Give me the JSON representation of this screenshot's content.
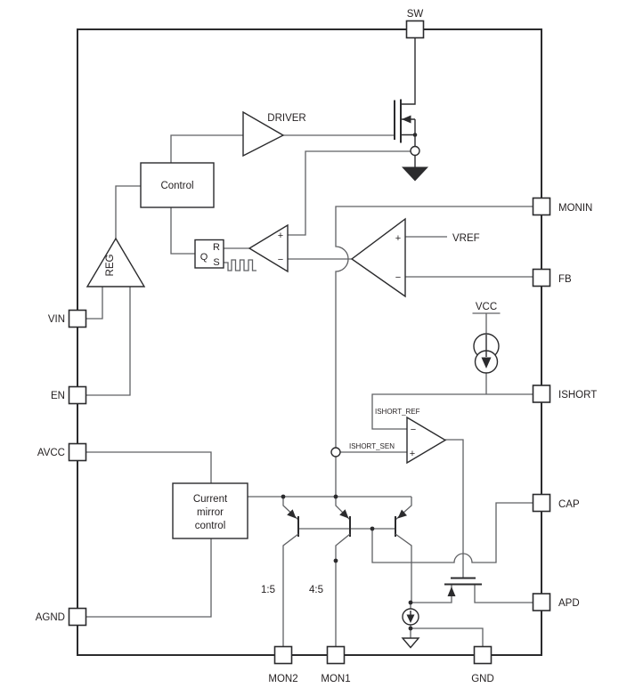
{
  "labels": {
    "sw": "SW",
    "monin": "MONIN",
    "fb": "FB",
    "ishort": "ISHORT",
    "cap": "CAP",
    "apd": "APD",
    "vin": "VIN",
    "en": "EN",
    "avcc": "AVCC",
    "agnd": "AGND",
    "mon2": "MON2",
    "mon1": "MON1",
    "gnd": "GND",
    "driver": "DRIVER",
    "control": "Control",
    "reg": "REG",
    "vref": "VREF",
    "vcc": "VCC",
    "latch_q": "Q",
    "latch_r": "R",
    "latch_s": "S",
    "current_mirror": [
      "Current",
      "mirror",
      "control"
    ],
    "ishort_ref": "ISHORT_REF",
    "ishort_sen": "ISHORT_SEN",
    "ratio_mon2": "1:5",
    "ratio_mon1": "4:5",
    "plus": "+",
    "minus": "−"
  },
  "colors": {
    "background": "#ffffff",
    "ink": "#2b2b2d",
    "wire": "#5f6063",
    "text": "#231f20"
  }
}
